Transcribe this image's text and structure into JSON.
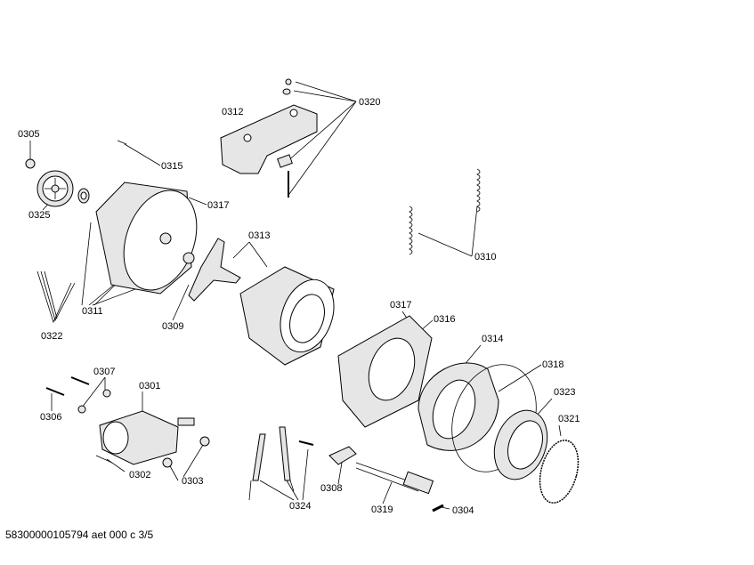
{
  "labels": {
    "p0305": "0305",
    "p0325": "0325",
    "p0315": "0315",
    "p0317a": "0317",
    "p0312": "0312",
    "p0320": "0320",
    "p0313": "0313",
    "p0310": "0310",
    "p0311": "0311",
    "p0309": "0309",
    "p0322": "0322",
    "p0317b": "0317",
    "p0316": "0316",
    "p0314": "0314",
    "p0318": "0318",
    "p0323": "0323",
    "p0321": "0321",
    "p0307": "0307",
    "p0301": "0301",
    "p0306": "0306",
    "p0302": "0302",
    "p0303": "0303",
    "p0308": "0308",
    "p0319": "0319",
    "p0304": "0304",
    "p0324": "0324"
  },
  "footer": "58300000105794 aet 000 c 3/5"
}
